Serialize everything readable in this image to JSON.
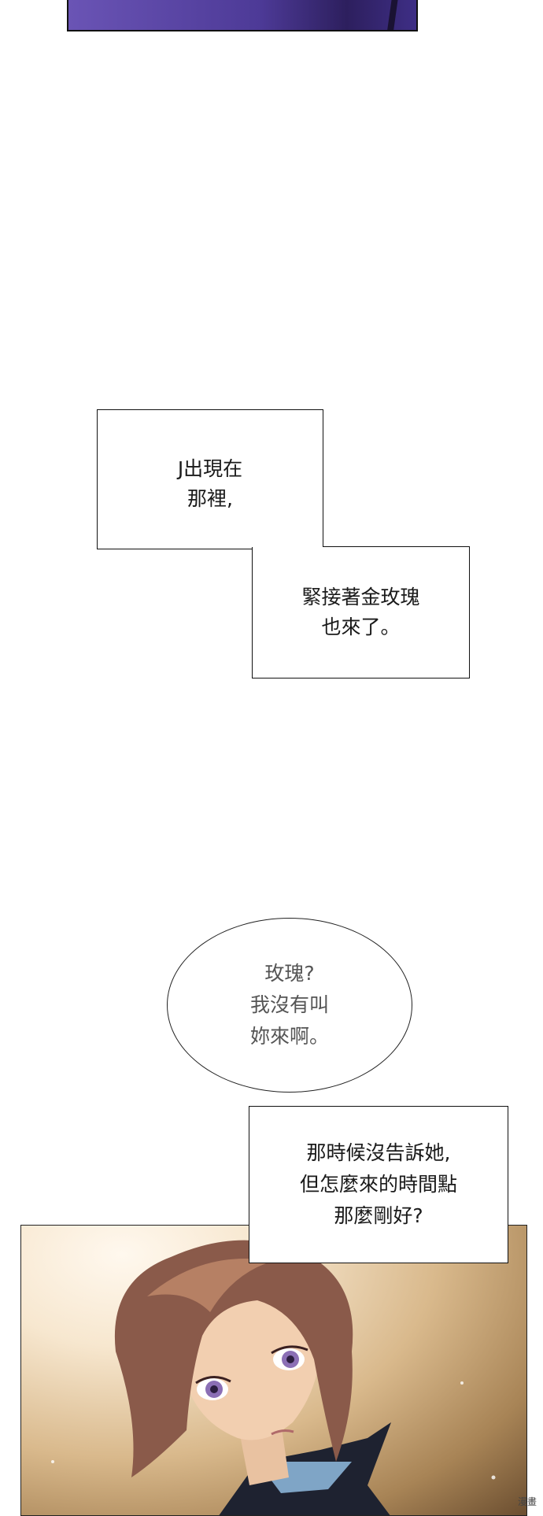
{
  "captions": {
    "first": [
      "J出現在",
      "那裡,"
    ],
    "second": [
      "緊接著金玫瑰",
      "也來了。"
    ],
    "bubble": [
      "玫瑰?",
      "我沒有叫",
      "妳來啊。"
    ],
    "third": [
      "那時候沒告訴她,",
      "但怎麼來的時間點",
      "那麼剛好?"
    ]
  },
  "watermark": "漫畫"
}
